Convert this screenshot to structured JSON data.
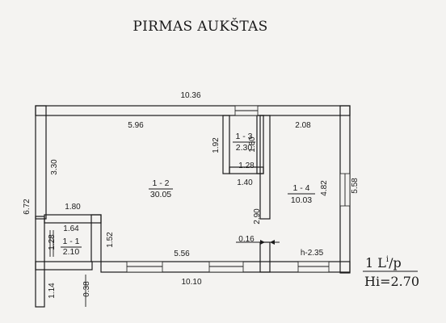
{
  "title": "PIRMAS AUKŠTAS",
  "rooms": {
    "r1_2": {
      "id": "1 - 2",
      "area": "30.05"
    },
    "r1_3": {
      "id": "1 - 3",
      "area": "2.30"
    },
    "r1_4": {
      "id": "1 - 4",
      "area": "10.03"
    },
    "r1_1": {
      "id": "1 - 1",
      "area": "2.10"
    }
  },
  "dimensions": {
    "overall_width_top": "10.36",
    "overall_width_bottom": "10.10",
    "room_1_2_width": "5.96",
    "room_1_2_wall": "3.30",
    "room_1_2_bottom": "5.56",
    "room_1_3_height": "1.92",
    "room_1_3_side": "1.80",
    "room_1_3_width": "1.28",
    "partition_140": "1.40",
    "partition_290": "2.90",
    "door_016": "0.16",
    "room_1_4_width": "2.08",
    "room_1_4_height": "4.82",
    "overall_height_right": "5.58",
    "overall_height_left": "6.72",
    "vestibule_width": "1.80",
    "room_1_1_width": "1.64",
    "room_1_1_height": "1.28",
    "vestibule_height": "1.52",
    "stair_114": "1.14",
    "stair_038": "0.38",
    "room_height_note": "h-2.35"
  },
  "legend": {
    "floor_code_prefix": "1 L",
    "floor_code_suffix": "/p",
    "floor_code_sup": "i",
    "height_line": "Hi=2.70"
  }
}
